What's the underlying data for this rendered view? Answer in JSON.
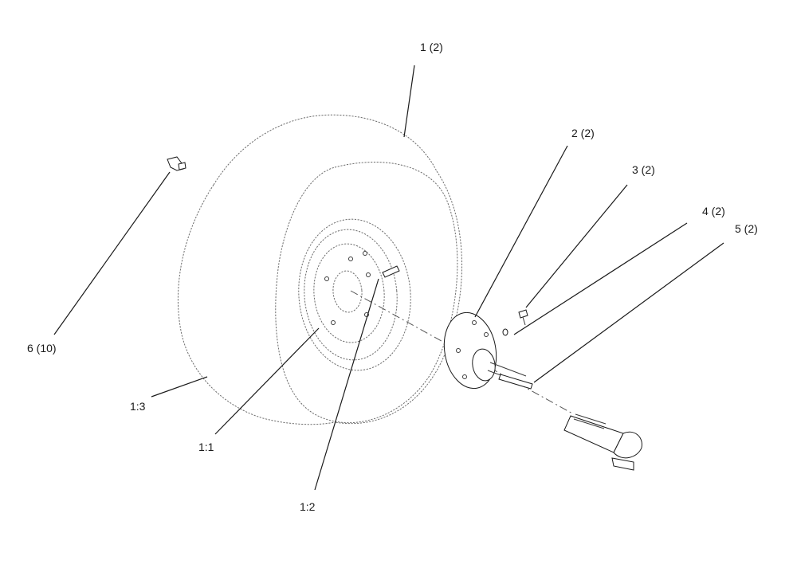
{
  "diagram": {
    "callouts": [
      {
        "id": "tire-assembly",
        "text": "1 (2)"
      },
      {
        "id": "hub",
        "text": "2 (2)"
      },
      {
        "id": "hub-bolt",
        "text": "3 (2)"
      },
      {
        "id": "washer",
        "text": "4 (2)"
      },
      {
        "id": "key",
        "text": "5 (2)"
      },
      {
        "id": "lug-nut",
        "text": "6 (10)"
      },
      {
        "id": "tire",
        "text": "1:3"
      },
      {
        "id": "rim",
        "text": "1:1"
      },
      {
        "id": "valve-stem",
        "text": "1:2"
      }
    ]
  }
}
